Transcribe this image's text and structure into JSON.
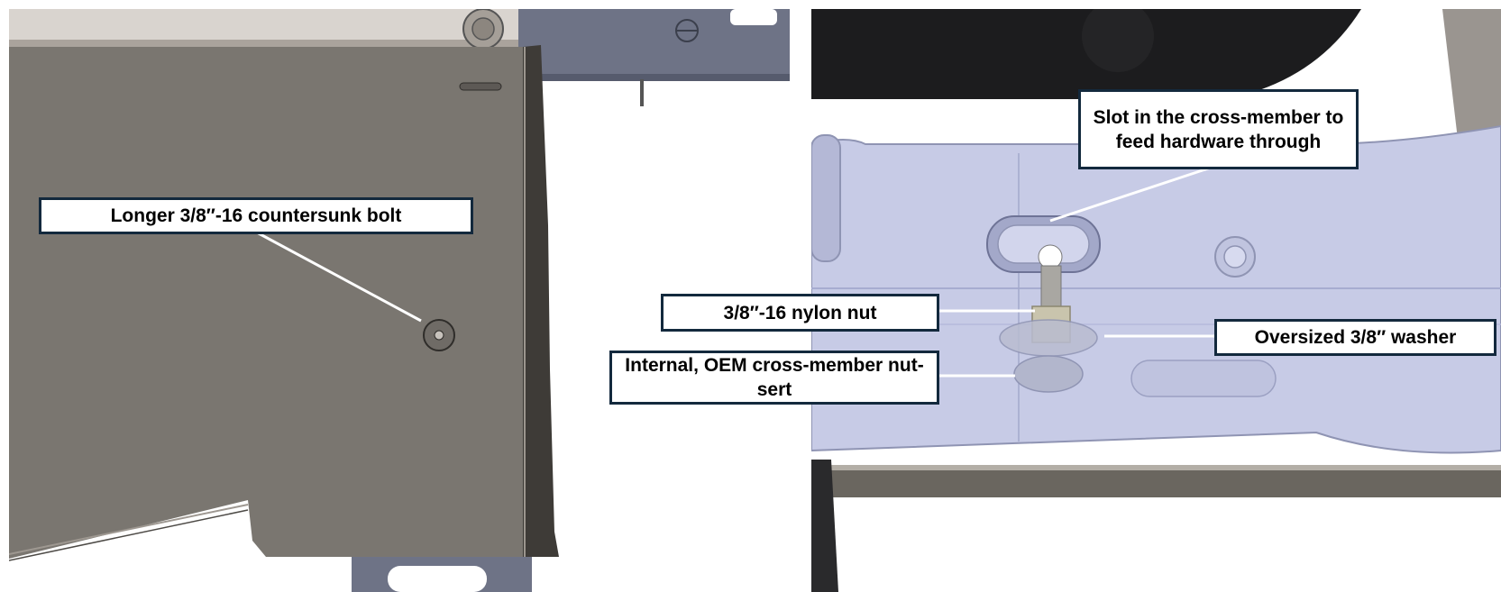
{
  "callouts": {
    "countersunk_bolt": "Longer 3/8″-16 countersunk bolt",
    "slot": "Slot in the cross-member to feed hardware through",
    "nylon_nut": "3/8″-16 nylon nut",
    "washer": "Oversized 3/8″ washer",
    "nut_sert": "Internal, OEM cross-member nut-sert"
  },
  "colors": {
    "callout_border": "#13293d",
    "leader_line": "#ffffff",
    "bracket_plate": "#7a7670",
    "frame_steel": "#6e7386",
    "cross_member": "#c7cbe6"
  }
}
